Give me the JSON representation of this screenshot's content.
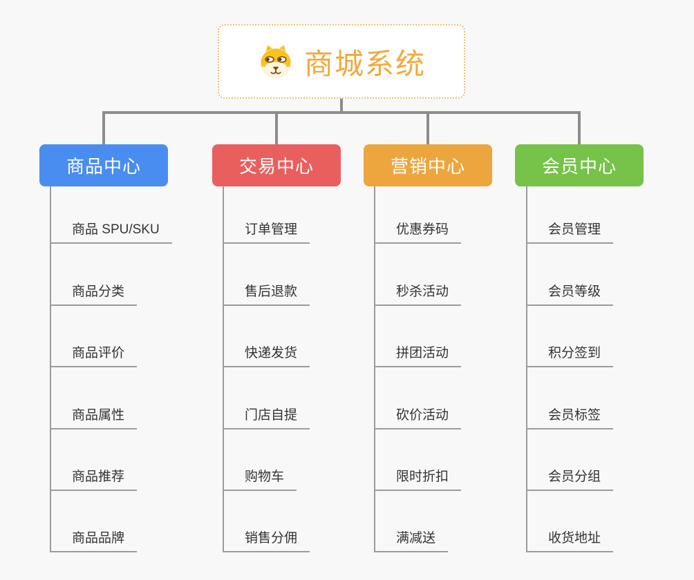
{
  "root": {
    "title": "商城系统",
    "icon": "shiba-dog-icon"
  },
  "branches": [
    {
      "label": "商品中心",
      "color": "#4a8df0",
      "items": [
        "商品 SPU/SKU",
        "商品分类",
        "商品评价",
        "商品属性",
        "商品推荐",
        "商品品牌"
      ]
    },
    {
      "label": "交易中心",
      "color": "#e95f5d",
      "items": [
        "订单管理",
        "售后退款",
        "快递发货",
        "门店自提",
        "购物车",
        "销售分佣"
      ]
    },
    {
      "label": "营销中心",
      "color": "#eca63d",
      "items": [
        "优惠券码",
        "秒杀活动",
        "拼团活动",
        "砍价活动",
        "限时折扣",
        "满减送"
      ]
    },
    {
      "label": "会员中心",
      "color": "#77c249",
      "items": [
        "会员管理",
        "会员等级",
        "积分签到",
        "会员标签",
        "会员分组",
        "收货地址"
      ]
    }
  ],
  "colors": {
    "background": "#f8f8f8",
    "connector": "#8c8c8c",
    "leaf_line": "#9b9b9b",
    "leaf_text": "#333333",
    "root_border": "#f0bd6e",
    "root_text": "#f2a93d"
  }
}
